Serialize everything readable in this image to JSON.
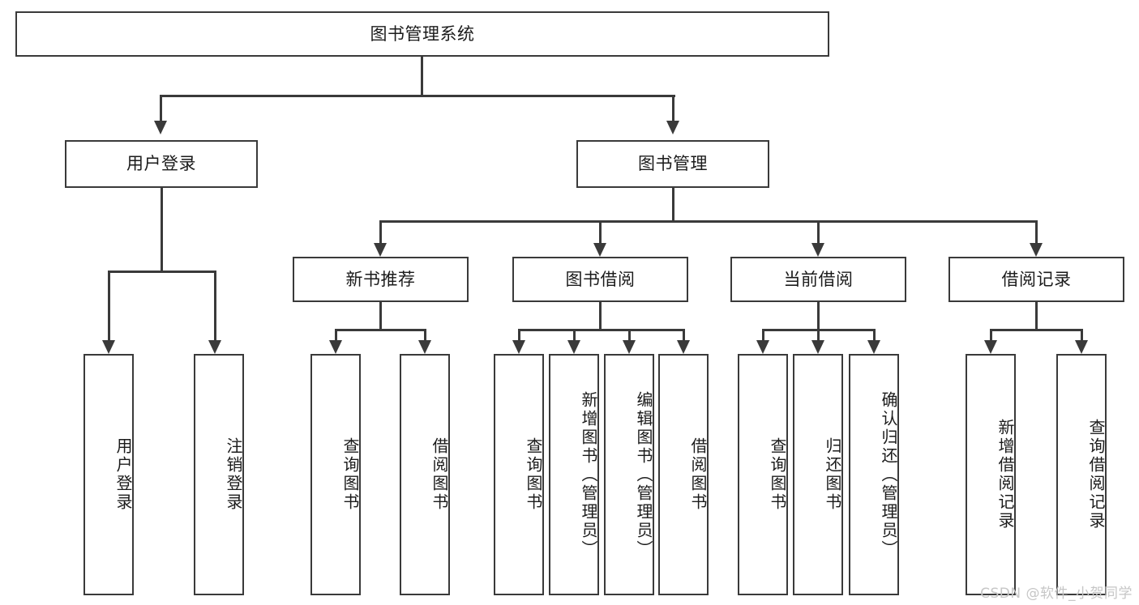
{
  "diagram": {
    "title": "图书管理系统",
    "type": "tree-hierarchy-chart",
    "watermark": "CSDN @软件_小贺同学",
    "colors": {
      "stroke": "#3a3a3a",
      "box_fill": "#ffffff",
      "text": "#1b1b1b",
      "watermark": "#c6c6c6",
      "background": "#ffffff"
    },
    "root": {
      "label": "图书管理系统"
    },
    "level2": [
      {
        "label": "用户登录"
      },
      {
        "label": "图书管理"
      }
    ],
    "level3": [
      {
        "label": "新书推荐"
      },
      {
        "label": "图书借阅"
      },
      {
        "label": "当前借阅"
      },
      {
        "label": "借阅记录"
      }
    ],
    "leaves": {
      "user_login": [
        {
          "label": "用户登录"
        },
        {
          "label": "注销登录"
        }
      ],
      "new_book_recommend": [
        {
          "label": "查询图书"
        },
        {
          "label": "借阅图书"
        }
      ],
      "book_borrow": [
        {
          "label": "查询图书"
        },
        {
          "label": "新增图书（管理员）"
        },
        {
          "label": "编辑图书（管理员）"
        },
        {
          "label": "借阅图书"
        }
      ],
      "current_borrow": [
        {
          "label": "查询图书"
        },
        {
          "label": "归还图书"
        },
        {
          "label": "确认归还（管理员）"
        }
      ],
      "borrow_record": [
        {
          "label": "新增借阅记录"
        },
        {
          "label": "查询借阅记录"
        }
      ]
    }
  }
}
